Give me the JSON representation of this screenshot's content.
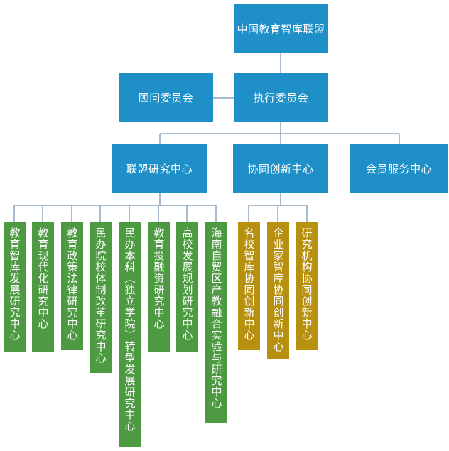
{
  "colors": {
    "blue": "#1f8fc8",
    "green": "#4d9a42",
    "gold": "#b7900f",
    "connector": "#8aa5bd"
  },
  "top": "中国教育智库联盟",
  "advisory": "顾问委员会",
  "executive": "执行委员会",
  "research_center": "联盟研究中心",
  "innovation_center": "协同创新中心",
  "member_center": "会员服务中心",
  "research_units": [
    "教育智库发展研究中心",
    "教育现代化研究中心",
    "教育政策法律研究中心",
    "民办院校体制改革研究中心",
    "民办本科（独立学院）转型发展研究中心",
    "教育投融资研究中心",
    "高校发展规划研究中心",
    "海南自贸区产教融合实验与研究中心"
  ],
  "innovation_units": [
    "名校智库协同创新中心",
    "企业家智库协同创新中心",
    "研究机构协同创新中心"
  ]
}
